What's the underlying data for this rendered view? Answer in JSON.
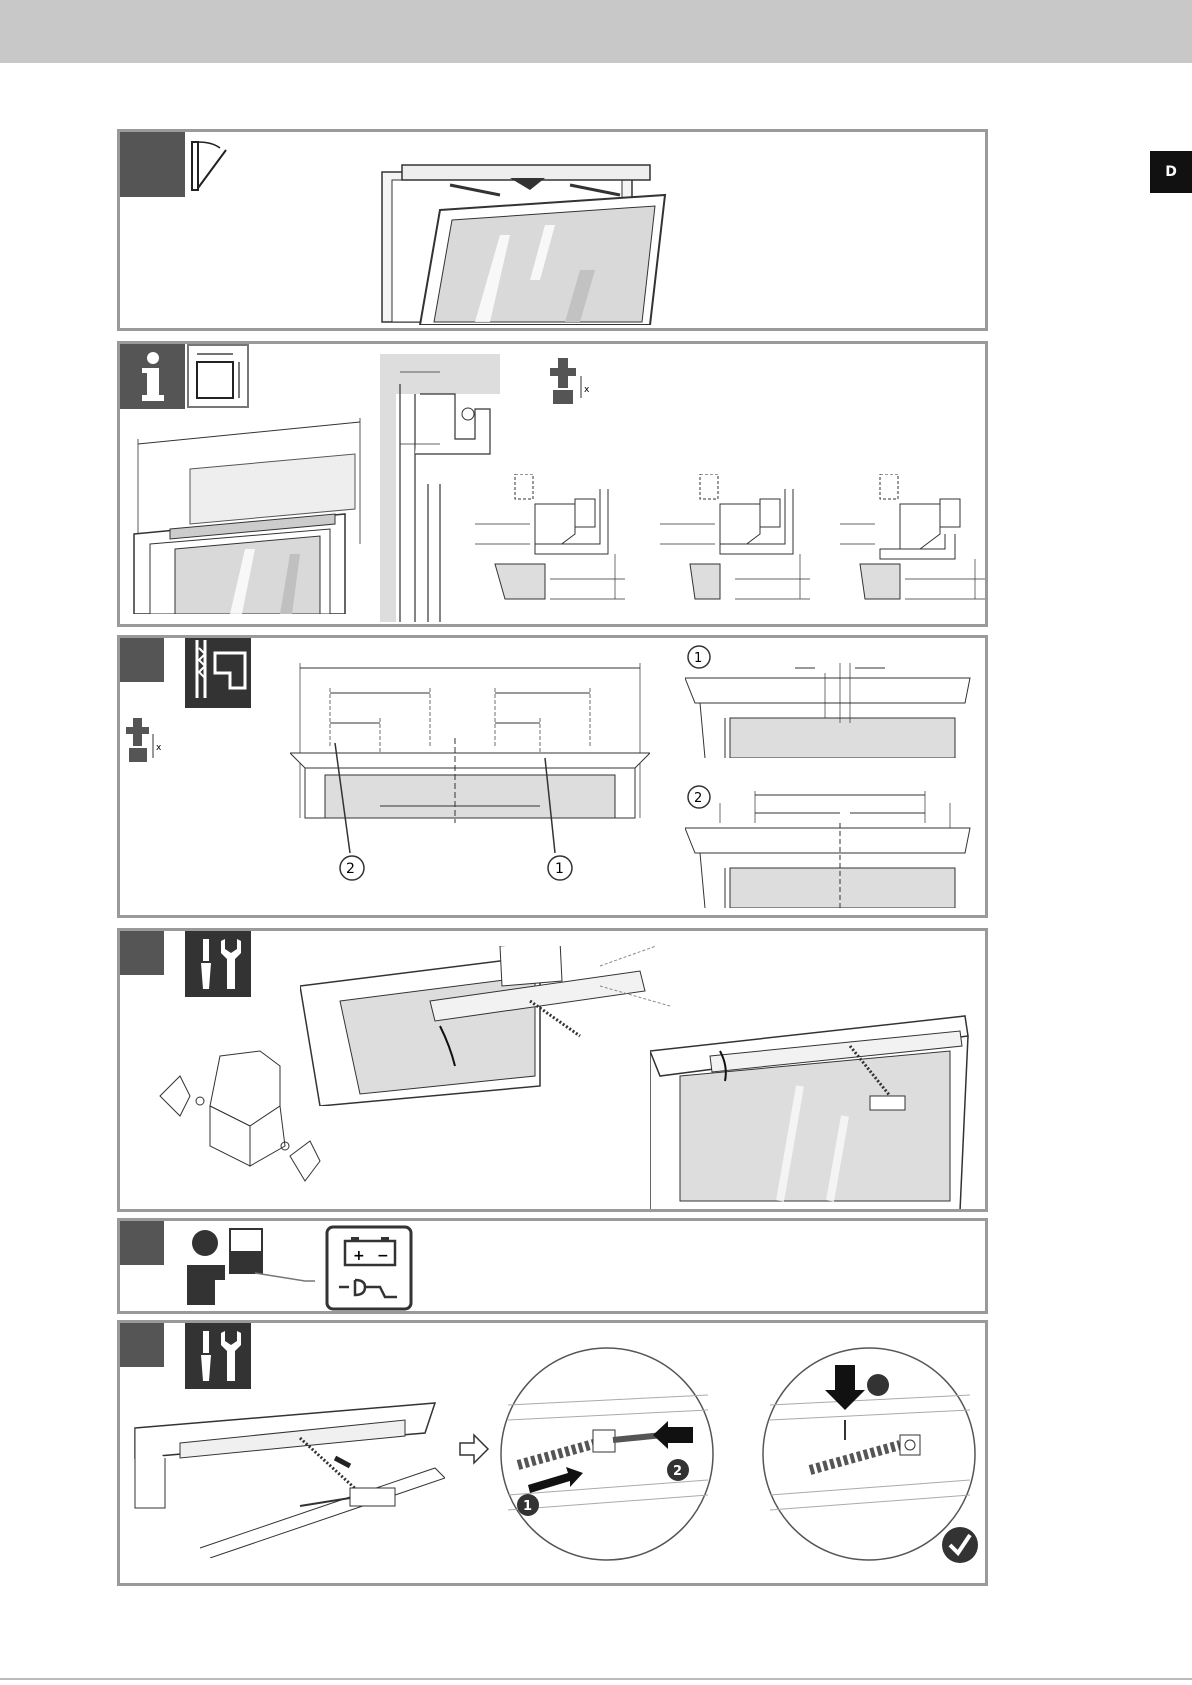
{
  "header": {
    "language_tab": "D"
  },
  "steps": {
    "step4": {
      "label": ""
    },
    "step5": {
      "label": ""
    },
    "step6": {
      "label": ""
    },
    "step7": {
      "label": ""
    },
    "step8": {
      "label": ""
    }
  },
  "labels": {
    "x_marker": "x",
    "callout_1": "1",
    "callout_2": "2",
    "circled_1": "①",
    "circled_2": "②",
    "battery_plus": "+",
    "battery_minus": "−"
  },
  "colors": {
    "panel_border": "#9a9a9a",
    "step_box": "#555555",
    "icon_dark": "#333333",
    "glass": "#d9d9d9",
    "top_bar": "#c8c8c8"
  }
}
